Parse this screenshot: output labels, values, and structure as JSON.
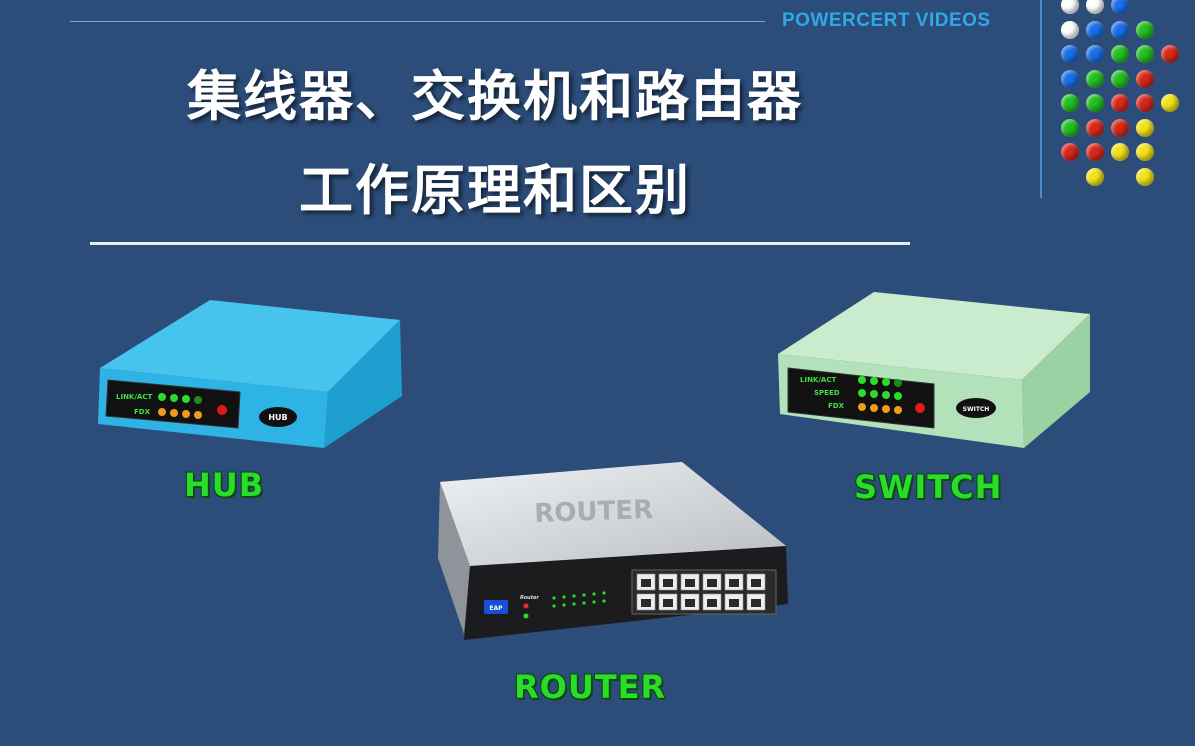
{
  "brand": {
    "text": "POWERCERT VIDEOS"
  },
  "title": {
    "line1": "集线器、交换机和路由器",
    "line2": "工作原理和区别"
  },
  "devices": {
    "hub": {
      "label": "HUB",
      "badge": "HUB",
      "led_label_1": "LINK/ACT",
      "led_label_2": "FDX",
      "color": "#2fb4e3"
    },
    "switch": {
      "label": "SWITCH",
      "badge": "SWITCH",
      "led_label_1": "LINK/ACT",
      "led_label_2": "SPEED",
      "led_label_3": "FDX",
      "color": "#b9e6c0"
    },
    "router": {
      "label": "ROUTER",
      "top_text": "ROUTER",
      "button_text": "EAP",
      "panel_text": "Router"
    }
  },
  "colors": {
    "background": "#2c4d7a",
    "label_green": "#2bdc2b",
    "brand_blue": "#2fa8e8",
    "dot_white": "#ffffff",
    "dot_blue": "#1a6fe8",
    "dot_green": "#22c022",
    "dot_red": "#d8281c",
    "dot_yellow": "#f2e21a"
  }
}
